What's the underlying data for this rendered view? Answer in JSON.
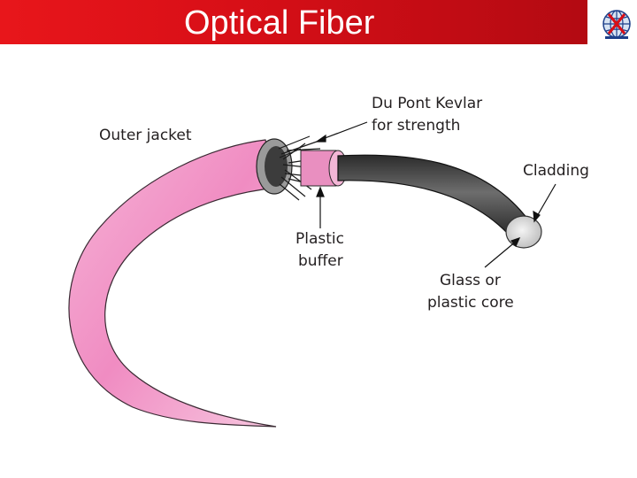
{
  "slide": {
    "title": "Optical Fiber"
  },
  "logo": {
    "icon": "globe-logo-icon"
  },
  "diagram": {
    "labels": {
      "outer_jacket": "Outer jacket",
      "kevlar_line1": "Du Pont Kevlar",
      "kevlar_line2": "for strength",
      "cladding": "Cladding",
      "buffer_line1": "Plastic",
      "buffer_line2": "buffer",
      "core_line1": "Glass or",
      "core_line2": "plastic core"
    },
    "colors": {
      "title_bar": "#d80f17",
      "jacket": "#f29ac8",
      "cladding": "#4a4a4a",
      "buffer": "#e98fc0",
      "core": "#dcdcdc"
    }
  }
}
